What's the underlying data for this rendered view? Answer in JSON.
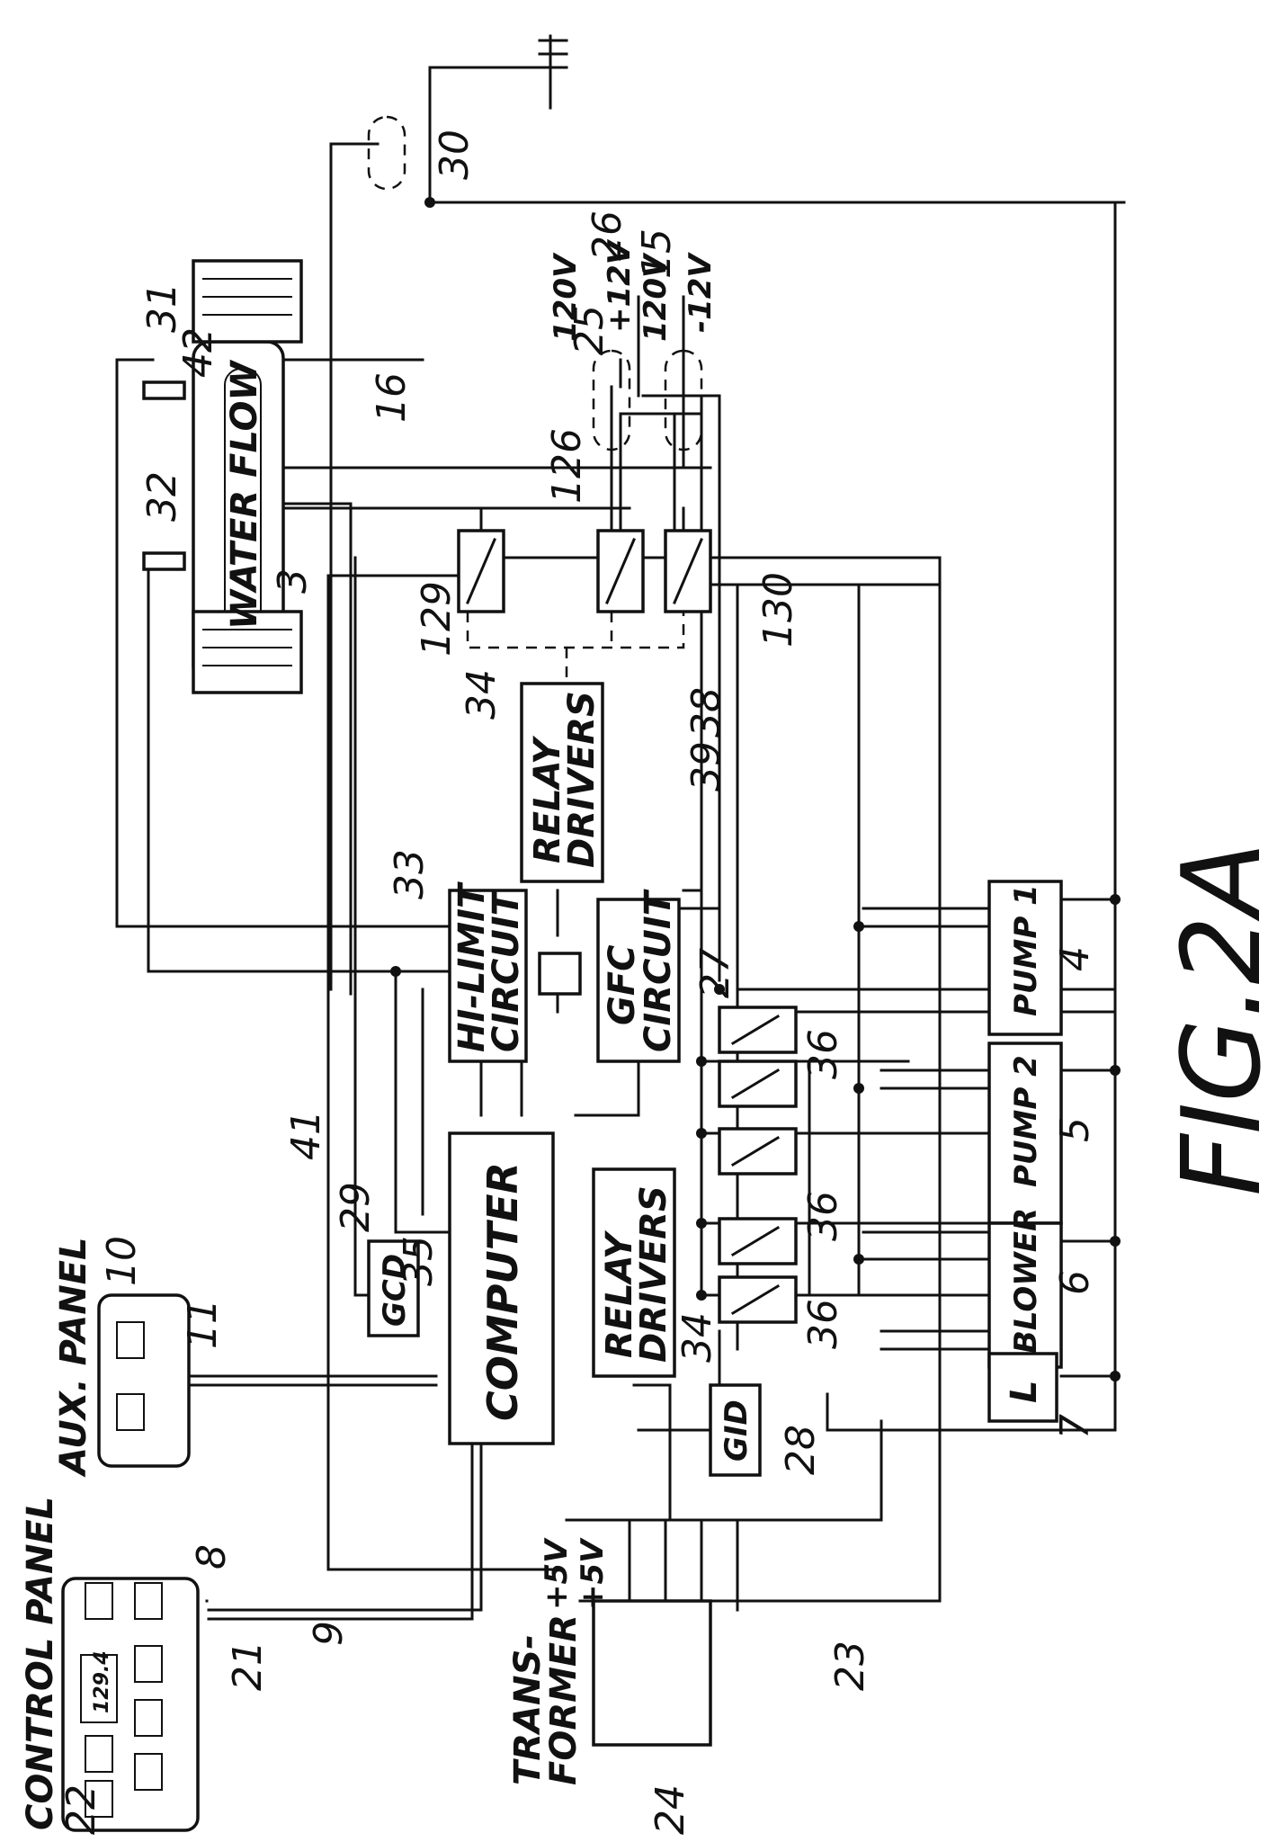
{
  "figure": {
    "label": "FIG.2A"
  },
  "blocks": {
    "control_panel": {
      "label": "CONTROL PANEL",
      "display": "129.4"
    },
    "aux_panel": {
      "label": "AUX. PANEL"
    },
    "computer": {
      "label": "COMPUTER"
    },
    "relay_drivers_top": {
      "label_1": "RELAY",
      "label_2": "DRIVERS"
    },
    "relay_drivers_bottom": {
      "label_1": "RELAY",
      "label_2": "DRIVERS"
    },
    "hi_limit": {
      "label_1": "HI-LIMIT",
      "label_2": "CIRCUIT"
    },
    "gfc": {
      "label_1": "GFC",
      "label_2": "CIRCUIT"
    },
    "gcd": {
      "label": "GCD"
    },
    "gid": {
      "label": "GID"
    },
    "transformer": {
      "label_1": "TRANS-",
      "label_2": "FORMER"
    },
    "pump1": {
      "label": "PUMP 1"
    },
    "pump2": {
      "label": "PUMP 2"
    },
    "blower": {
      "label": "BLOWER"
    },
    "light": {
      "label": "L"
    },
    "heater": {
      "label": "WATER FLOW"
    }
  },
  "voltages": {
    "plus5_a": "+5V",
    "plus5_b": "+5V",
    "v120_a": "120V",
    "v120_b": "120V",
    "plus12": "+12V",
    "minus12": "-12V"
  },
  "refs": {
    "r4": "4",
    "r5": "5",
    "r6": "6",
    "r7": "7",
    "r8": "8",
    "r9": "9",
    "r10": "10",
    "r11": "11",
    "r15": "15",
    "r16": "16",
    "r21": "21",
    "r22": "22",
    "r23": "23",
    "r24": "24",
    "r25": "25",
    "r26": "26",
    "r27": "27",
    "r28": "28",
    "r29": "29",
    "r30": "30",
    "r31": "31",
    "r32": "32",
    "r33": "33",
    "r34_top": "34",
    "r34_bottom": "34",
    "r35": "35",
    "r36_a": "36",
    "r36_b": "36",
    "r36_c": "36",
    "r38": "38",
    "r39": "39",
    "r41": "41",
    "r42": "42",
    "r3": "3",
    "r126": "126",
    "r129": "129",
    "r130": "130"
  },
  "colors": {
    "ink": "#111111",
    "paper": "#ffffff"
  }
}
